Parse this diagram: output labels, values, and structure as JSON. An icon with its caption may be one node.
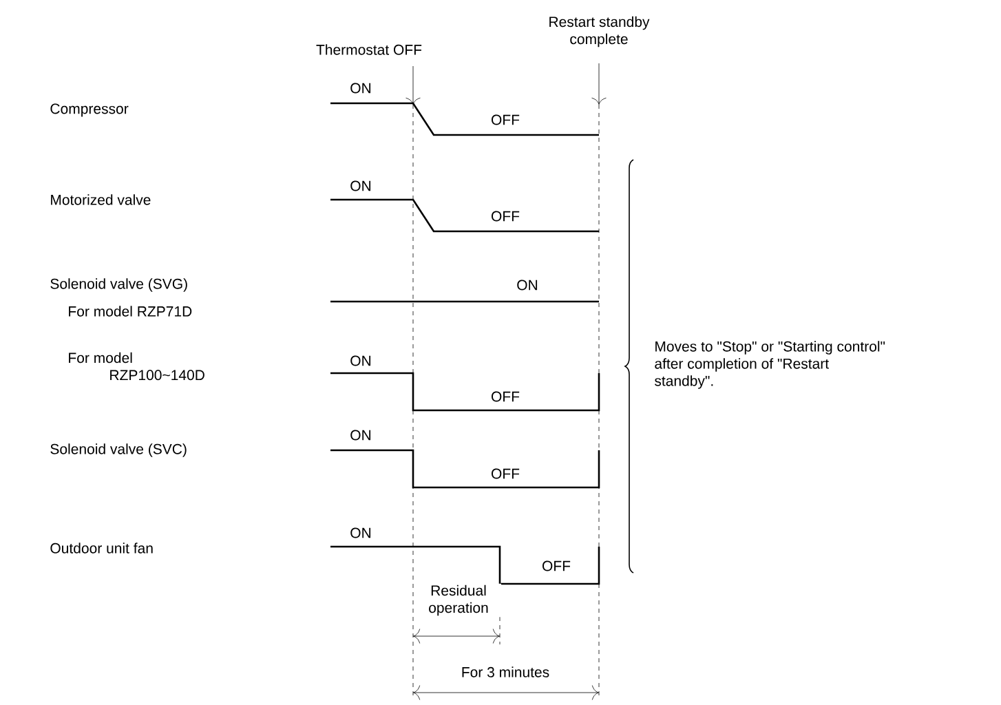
{
  "diagram": {
    "labels": [
      "Restart standby complete",
      "Thermostat OFF",
      "Compressor",
      "ON",
      "OFF",
      "Motorized valve",
      "ON",
      "OFF",
      "Solenoid valve (SVG)",
      "ON",
      "For model RZP71D",
      "For model RZP100~140D",
      "ON",
      "OFF",
      "Moves to \"Stop\" or \"Starting control\" after completion of \"Restart standby\".",
      "Solenoid valve (SVC)",
      "ON",
      "OFF",
      "Outdoor unit fan",
      "ON",
      "Residual operation",
      "OFF",
      "For 3 minutes"
    ]
  }
}
